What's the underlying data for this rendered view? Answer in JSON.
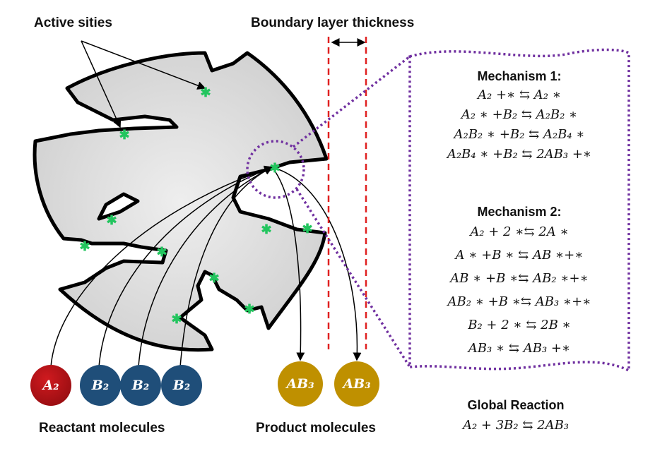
{
  "labels": {
    "active_sites": "Active sities",
    "boundary_layer": "Boundary layer thickness",
    "reactants": "Reactant molecules",
    "products": "Product molecules",
    "global_title": "Global Reaction",
    "global_eq": "A₂ + 3B₂ ⇆ 2AB₃"
  },
  "mechanism1": {
    "title": "Mechanism 1:",
    "steps": [
      "A₂ +∗ ⇆ A₂ ∗",
      "A₂ ∗ +B₂ ⇆ A₂B₂ ∗",
      "A₂B₂ ∗ +B₂ ⇆ A₂B₄ ∗",
      "A₂B₄ ∗ +B₂ ⇆ 2AB₃ +∗"
    ]
  },
  "mechanism2": {
    "title": "Mechanism 2:",
    "steps": [
      "A₂ + 2 ∗⇆ 2A ∗",
      "A ∗ +B ∗ ⇆ AB ∗+∗",
      "AB ∗ +B ∗⇆ AB₂ ∗+∗",
      "AB₂ ∗ +B ∗⇆ AB₃ ∗+∗",
      "B₂ + 2 ∗ ⇆ 2B ∗",
      "AB₃ ∗ ⇆ AB₃ +∗"
    ]
  },
  "molecules": {
    "reactants": [
      "A₂",
      "B₂",
      "B₂",
      "B₂"
    ],
    "products": [
      "AB₃",
      "AB₃"
    ]
  },
  "colors": {
    "a2": "#b01015",
    "b2": "#1f4e79",
    "ab3": "#bf9000",
    "boundary": "#e02020",
    "dotted": "#7030a0",
    "site": "#22c55e"
  }
}
